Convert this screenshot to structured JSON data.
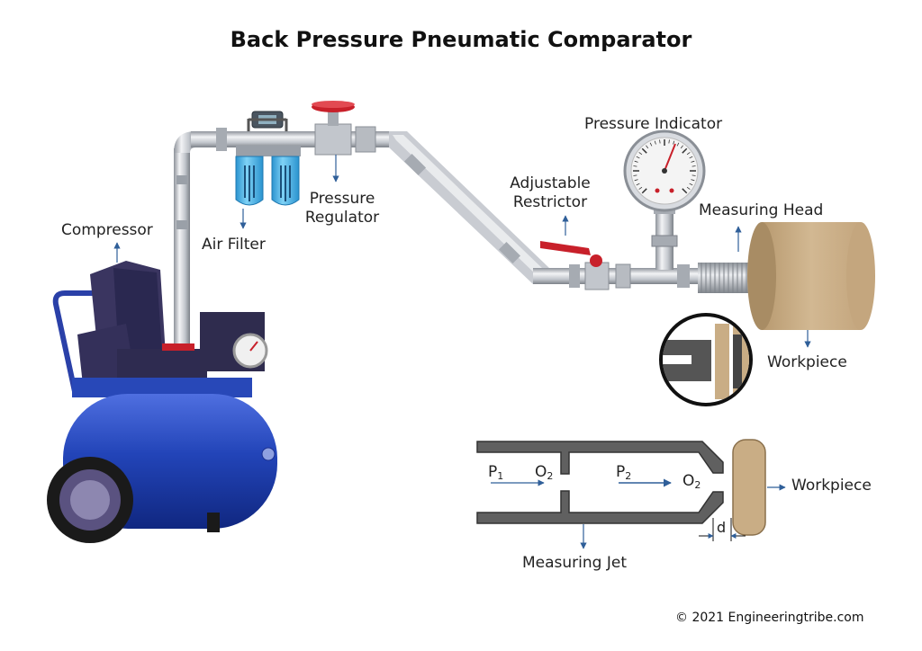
{
  "title": "Back Pressure Pneumatic Comparator",
  "labels": {
    "compressor": "Compressor",
    "air_filter": "Air Filter",
    "pressure_regulator_line1": "Pressure",
    "pressure_regulator_line2": "Regulator",
    "adjustable_restrictor_line1": "Adjustable",
    "adjustable_restrictor_line2": "Restrictor",
    "pressure_indicator": "Pressure Indicator",
    "measuring_head": "Measuring Head",
    "workpiece_top": "Workpiece",
    "workpiece_jet": "Workpiece",
    "measuring_jet": "Measuring Jet"
  },
  "jet_symbols": {
    "p1": "P",
    "p1_sub": "1",
    "o1": "O",
    "o1_sub": "2",
    "p2": "P",
    "p2_sub": "2",
    "o2": "O",
    "o2_sub": "2",
    "gap": "d"
  },
  "copyright": "© 2021 Engineeringtribe.com",
  "colors": {
    "arrow": "#2f5f99",
    "compressor_blue": "#1f3fb0",
    "compressor_dark": "#2a2850",
    "filter_blue": "#3fb5ea",
    "valve_red": "#c8202a",
    "workpiece": "#c9ad85",
    "pipe": "#c9ccd2",
    "jet_body": "#606060"
  }
}
